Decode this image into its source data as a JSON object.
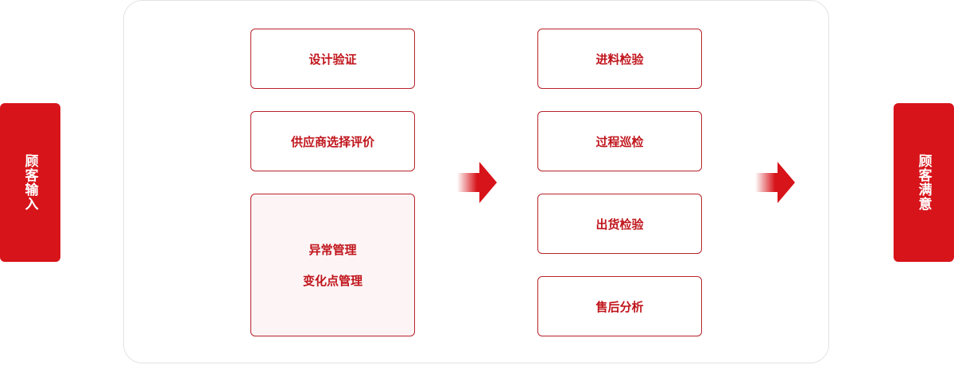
{
  "input": {
    "label": "顾客输入"
  },
  "output": {
    "label": "顾客满意"
  },
  "column_left": {
    "items": [
      {
        "label": "设计验证"
      },
      {
        "label": "供应商选择评价"
      }
    ],
    "combined": {
      "line1": "异常管理",
      "line2": "变化点管理"
    }
  },
  "column_right": {
    "items": [
      {
        "label": "进料检验"
      },
      {
        "label": "过程巡检"
      },
      {
        "label": "出货检验"
      },
      {
        "label": "售后分析"
      }
    ]
  },
  "colors": {
    "accent": "#d7141a",
    "text_red": "#c0151c",
    "border_red": "#b8232a",
    "tall_box_fill": "#fdf4f5",
    "panel_border": "#e3e3e3"
  },
  "icons": [
    "right-arrow-icon"
  ]
}
